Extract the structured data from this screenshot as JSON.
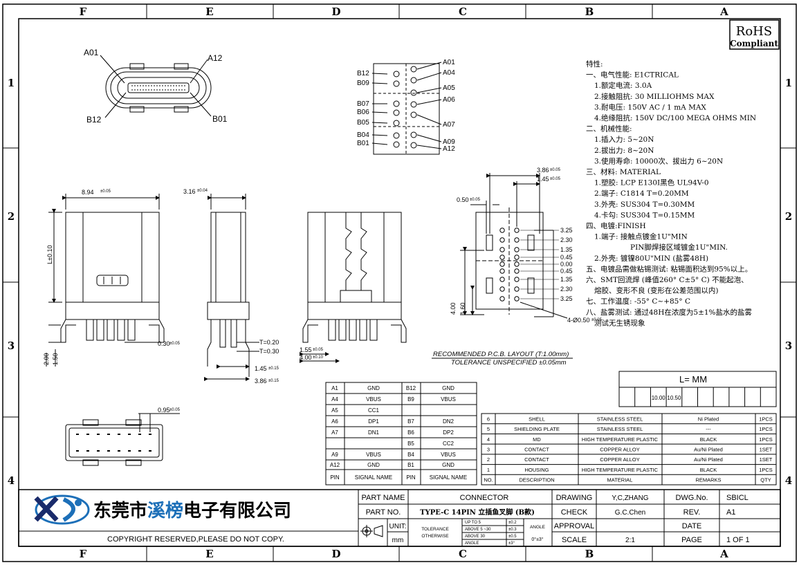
{
  "frame": {
    "columns": [
      "F",
      "E",
      "D",
      "C",
      "B",
      "A"
    ],
    "rows": [
      "1",
      "2",
      "3",
      "4"
    ]
  },
  "rohs": {
    "line1": "RoHS",
    "line2": "Compliant"
  },
  "front_view": {
    "pin_labels": {
      "a01": "A01",
      "a12": "A12",
      "b12": "B12",
      "b01": "B01"
    }
  },
  "pinout": {
    "left": [
      "B12",
      "B09",
      "B07",
      "B06",
      "B05",
      "B04",
      "B01"
    ],
    "right": [
      "A01",
      "A04",
      "A05",
      "A06",
      "A07",
      "A09",
      "A12"
    ]
  },
  "dimensions": {
    "width_top": "8.94",
    "width_top_tol": "±0.05",
    "depth_top": "3.16",
    "depth_top_tol": "±0.04",
    "length_label": "L±0.10",
    "pin_gap": "0.30",
    "pin_gap_tol": "±0.05",
    "h200": "2.00",
    "h200_tol": "±0.15",
    "h150": "1.50",
    "h150_tol": "±0.15",
    "t020": "T=0.20",
    "t030": "T=0.30",
    "d145": "1.45",
    "d145_tol": "±0.15",
    "d386": "3.86",
    "d386_tol": "±0.15",
    "d155": "1.55",
    "d155_tol": "±0.05",
    "d400": "4.00",
    "d400_tol": "±0.10",
    "pitch": "0.95",
    "pitch_tol": "±0.05"
  },
  "pcb": {
    "top_386": "3.86",
    "top_386_tol": "±0.05",
    "top_145": "1.45",
    "top_145_tol": "±0.05",
    "w050": "0.50",
    "w050_tol": "±0.05",
    "right_labels": [
      "3.25",
      "2.30",
      "1.35",
      "0.45",
      "0.00",
      "0.45",
      "1.35",
      "2.30",
      "3.25"
    ],
    "v400": "4.00",
    "v400_tol": "±0.05",
    "v160": "1.60",
    "v160_tol": "±0.05",
    "hole": "4-Ø0.50",
    "hole_tol": "±0.05",
    "title": "RECOMMENDED  P.C.B. LAYOUT (T:1.00mm)",
    "subtitle": "TOLERANCE UNSPECIFIED ±0.05mm"
  },
  "specs": [
    "特性:",
    "一、电气性能: E1CTRICAL",
    "1.额定电流: 3.0A",
    "2.接触阻抗: 30 MILLIOHMS MAX",
    "3.耐电压: 150V AC / 1 mA MAX",
    "4.绝缘阻抗: 150V DC/100 MEGA OHMS MIN",
    "二、机械性能:",
    "1.插入力: 5~20N",
    "2.拔出力: 8~20N",
    "3.使用寿命: 10000次、拔出力 6~20N",
    "三、材料: MATERIAL",
    "1.塑胶: LCP E130I黑色 UL94V-0",
    "2.端子: C1814 T=0.20MM",
    "3.外壳: SUS304 T=0.30MM",
    "4.卡勾: SUS304 T=0.15MM",
    "四、电镀:FINISH",
    "1.端子: 接触点镀金1U\"MIN",
    "PIN脚焊接区域镀金1U\"MIN.",
    "2.外壳: 镀镍80U\"MIN (盐雾48H)",
    "五、电镀品需做粘锡测试: 粘锡面积达到95%以上。",
    "六、SMT回流焊 (峰值260° C±5° C) 不能起泡、",
    "熔胶、变形不良 (变形在公差范围以内)",
    "七、工作温度: -55° C~+85° C",
    "八、盐雾测试: 通过48H在浓度为5±1%盐水的盐雾",
    "测试无生锈现象"
  ],
  "length_table": {
    "header": "L=     MM",
    "values": [
      "",
      "",
      "10.00",
      "10.50",
      "",
      "",
      "",
      "",
      "",
      ""
    ]
  },
  "pin_table": {
    "rows": [
      [
        "A1",
        "GND",
        "B12",
        "GND"
      ],
      [
        "A4",
        "VBUS",
        "B9",
        "VBUS"
      ],
      [
        "A5",
        "CC1",
        "",
        ""
      ],
      [
        "A6",
        "DP1",
        "B7",
        "DN2"
      ],
      [
        "A7",
        "DN1",
        "B6",
        "DP2"
      ],
      [
        "",
        "",
        "B5",
        "CC2"
      ],
      [
        "A9",
        "VBUS",
        "B4",
        "VBUS"
      ],
      [
        "A12",
        "GND",
        "B1",
        "GND"
      ],
      [
        "PIN",
        "SIGNAL NAME",
        "PIN",
        "SIGNAL NAME"
      ]
    ]
  },
  "bom": {
    "rows": [
      [
        "6",
        "SHELL",
        "STAINLESS STEEL",
        "Ni Plated",
        "1PCS"
      ],
      [
        "5",
        "SHIELDING PLATE",
        "STAINLESS STEEL",
        "---",
        "1PCS"
      ],
      [
        "4",
        "MD",
        "HIGH TEMPERATURE PLASTIC",
        "BLACK",
        "1PCS"
      ],
      [
        "3",
        "CONTACT",
        "COPPER ALLOY",
        "Au/Ni Plated",
        "1SET"
      ],
      [
        "2",
        "CONTACT",
        "COPPER ALLOY",
        "Au/Ni Plated",
        "1SET"
      ],
      [
        "1",
        "HOUSING",
        "HIGH TEMPERATURE PLASTIC",
        "BLACK",
        "1PCS"
      ],
      [
        "NO.",
        "DESCRIPTION",
        "MATERIAL",
        "REMARKS",
        "QTY"
      ]
    ]
  },
  "title_block": {
    "company": "东莞市溪榜电子有限公司",
    "company_plain1": "东莞市",
    "company_blue": "溪榜",
    "company_plain2": "电子有限公司",
    "copyright": "COPYRIGHT RESERVED,PLEASE DO NOT COPY.",
    "part_name_label": "PART NAME",
    "part_name": "CONNECTOR",
    "part_no_label": "PART NO.",
    "part_no": "TYPE-C 14PIN  立插鱼叉脚 (B款)",
    "unit_label": "UNIT:",
    "unit": "mm",
    "tolerance_label": "TOLERANCE",
    "otherwise_label": "OTHERWISE",
    "tol_up5": "UP TO 5",
    "tol_up5_v": "±0.2",
    "tol_5_30": "ABOVE 5 ~30",
    "tol_5_30_v": "±0.3",
    "tol_30": "ABOVE 30",
    "tol_30_v": "±0.5",
    "tol_angle_l": "ANGLE",
    "tol_angle_v": "±3°",
    "angle_label": "ANGLE",
    "angle_value": "0°±3°",
    "drawing_label": "DRAWING",
    "drawing": "Y,C,ZHANG",
    "check_label": "CHECK",
    "check": "G.C.Chen",
    "approval_label": "APPROVAL",
    "approval": "",
    "scale_label": "SCALE",
    "scale": "2:1",
    "dwg_label": "DWG.No.",
    "dwg": "SBICL",
    "rev_label": "REV.",
    "rev": "A1",
    "date_label": "DATE",
    "date": "",
    "page_label": "PAGE",
    "page": "1 OF 1"
  },
  "colors": {
    "line": "#000000",
    "brand_blue": "#1c6fb8",
    "logo_dark": "#1a2b6b"
  }
}
